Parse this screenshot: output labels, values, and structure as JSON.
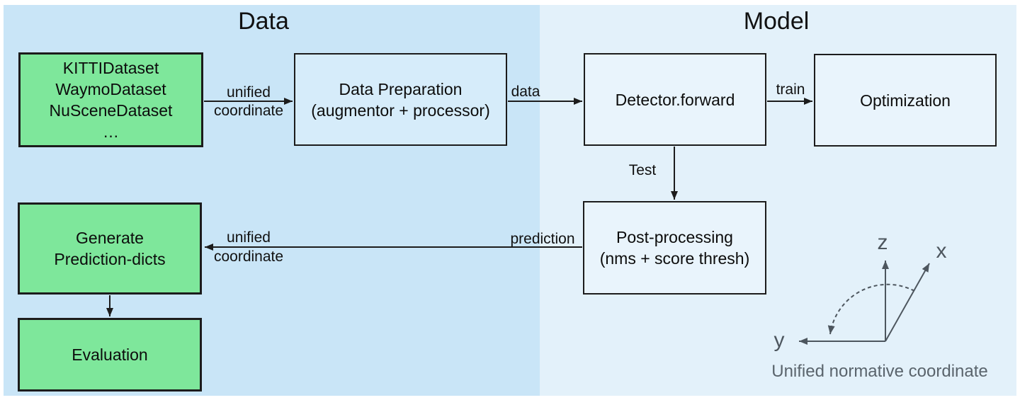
{
  "sections": {
    "data": {
      "title": "Data"
    },
    "model": {
      "title": "Model"
    }
  },
  "boxes": {
    "datasets": {
      "lines": [
        "KITTIDataset",
        "WaymoDataset",
        "NuSceneDataset",
        "…"
      ]
    },
    "data_preparation": {
      "lines": [
        "Data Preparation",
        "(augmentor + processor)"
      ]
    },
    "detector_forward": {
      "lines": [
        "Detector.forward"
      ]
    },
    "optimization": {
      "lines": [
        "Optimization"
      ]
    },
    "post_processing": {
      "lines": [
        "Post-processing",
        "(nms + score thresh)"
      ]
    },
    "generate_prediction_dicts": {
      "lines": [
        "Generate",
        "Prediction-dicts"
      ]
    },
    "evaluation": {
      "lines": [
        "Evaluation"
      ]
    }
  },
  "arrows": {
    "dataset_to_preparation": {
      "label_line1": "unified",
      "label_line2": "coordinate"
    },
    "preparation_to_detector": {
      "label": "data"
    },
    "detector_to_optimization": {
      "label": "train"
    },
    "detector_to_postprocessing": {
      "label": "Test"
    },
    "postprocessing_to_generate": {
      "label_near_source": "prediction",
      "label_line1": "unified",
      "label_line2": "coordinate"
    }
  },
  "coordinate_axes": {
    "z_label": "z",
    "x_label": "x",
    "y_label": "y",
    "caption": "Unified normative coordinate"
  },
  "colors": {
    "data_panel_bg": "#c9e5f7",
    "model_panel_bg": "#e3f1fa",
    "green_box_fill": "#7ee79b",
    "light_box_fill_left": "#d6ecfa",
    "light_box_fill_right": "#e9f4fc",
    "box_border": "#1c1c1c",
    "arrow_color": "#1c1c1c",
    "axes_color": "#4d565e",
    "caption_color": "#5a646c"
  }
}
